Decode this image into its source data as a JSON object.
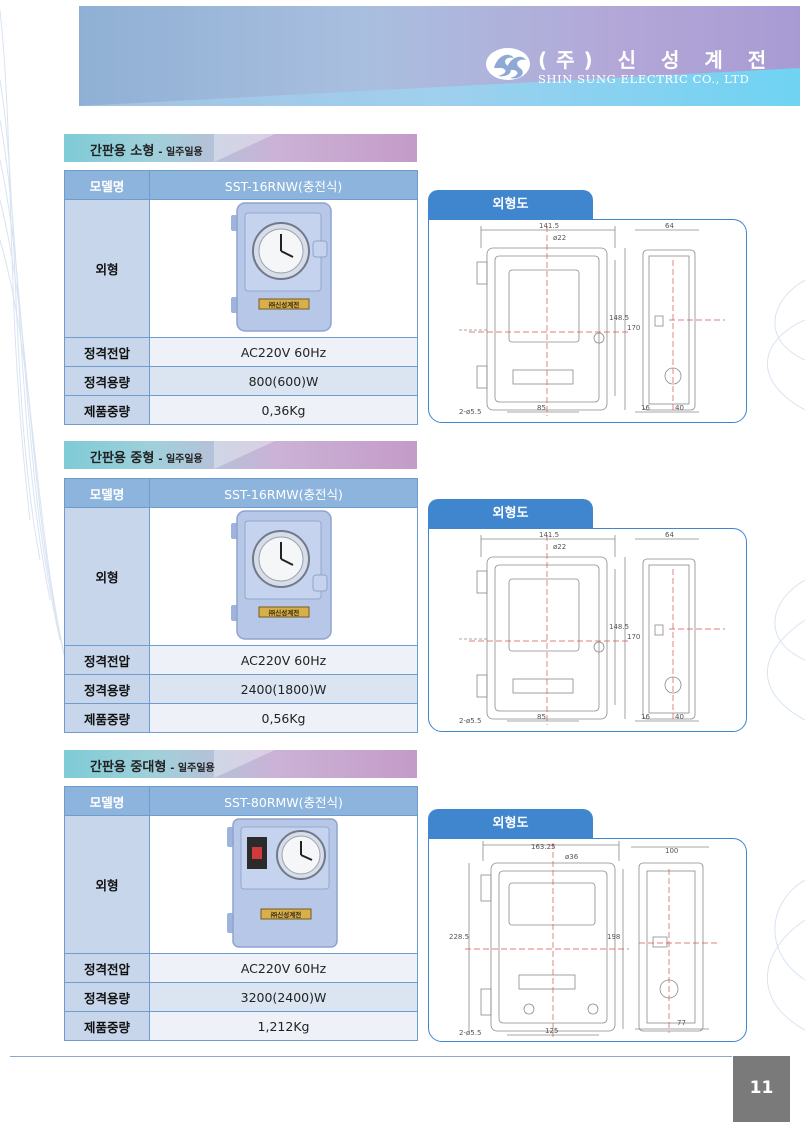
{
  "brand": {
    "name_ko": "(주) 신 성 계 전",
    "name_en": "SHIN SUNG ELECTRIC CO., LTD"
  },
  "sections": [
    {
      "title": "간판용 소형",
      "subtitle": "- 일주일용",
      "header": {
        "label": "모델명",
        "value": "SST-16RNW(충전식)"
      },
      "appearance_label": "외형",
      "product_plate": "㈜신성계전",
      "rows": [
        {
          "label": "정격전압",
          "value": "AC220V 60Hz"
        },
        {
          "label": "정격용량",
          "value": "800(600)W"
        },
        {
          "label": "제품중량",
          "value": "0,36Kg"
        }
      ],
      "drawing_tab": "외형도",
      "dims": {
        "top_width": "141.5",
        "side_width": "64",
        "height_inner": "148.5",
        "height_outer": "170",
        "bottom_width": "85",
        "bottom_left": "16",
        "bottom_right": "40",
        "diag": "ø22",
        "corner": "2-ø5.5"
      }
    },
    {
      "title": "간판용 중형",
      "subtitle": "- 일주일용",
      "header": {
        "label": "모델명",
        "value": "SST-16RMW(충전식)"
      },
      "appearance_label": "외형",
      "product_plate": "㈜신성계전",
      "rows": [
        {
          "label": "정격전압",
          "value": "AC220V 60Hz"
        },
        {
          "label": "정격용량",
          "value": "2400(1800)W"
        },
        {
          "label": "제품중량",
          "value": "0,56Kg"
        }
      ],
      "drawing_tab": "외형도",
      "dims": {
        "top_width": "141.5",
        "side_width": "64",
        "height_inner": "148.5",
        "height_outer": "170",
        "bottom_width": "85",
        "bottom_left": "16",
        "bottom_right": "40",
        "diag": "ø22",
        "corner": "2-ø5.5"
      }
    },
    {
      "title": "간판용 중대형",
      "subtitle": "- 일주일용",
      "header": {
        "label": "모델명",
        "value": "SST-80RMW(충전식)"
      },
      "appearance_label": "외형",
      "product_plate": "㈜신성계전",
      "rows": [
        {
          "label": "정격전압",
          "value": "AC220V 60Hz"
        },
        {
          "label": "정격용량",
          "value": "3200(2400)W"
        },
        {
          "label": "제품중량",
          "value": "1,212Kg"
        }
      ],
      "drawing_tab": "외형도",
      "dims": {
        "top_width": "163.25",
        "side_width": "100",
        "height_inner": "198",
        "height_outer": "228.5",
        "bottom_width": "125",
        "bottom_left": "",
        "bottom_right": "77",
        "diag": "ø36",
        "corner": "2-ø5.5"
      }
    }
  ],
  "page_number": "11",
  "colors": {
    "table_header": "#8cb4dd",
    "label_cell": "#c7d6ea",
    "accent_blue": "#3f86cf",
    "product_body": "#b7c7e8"
  }
}
